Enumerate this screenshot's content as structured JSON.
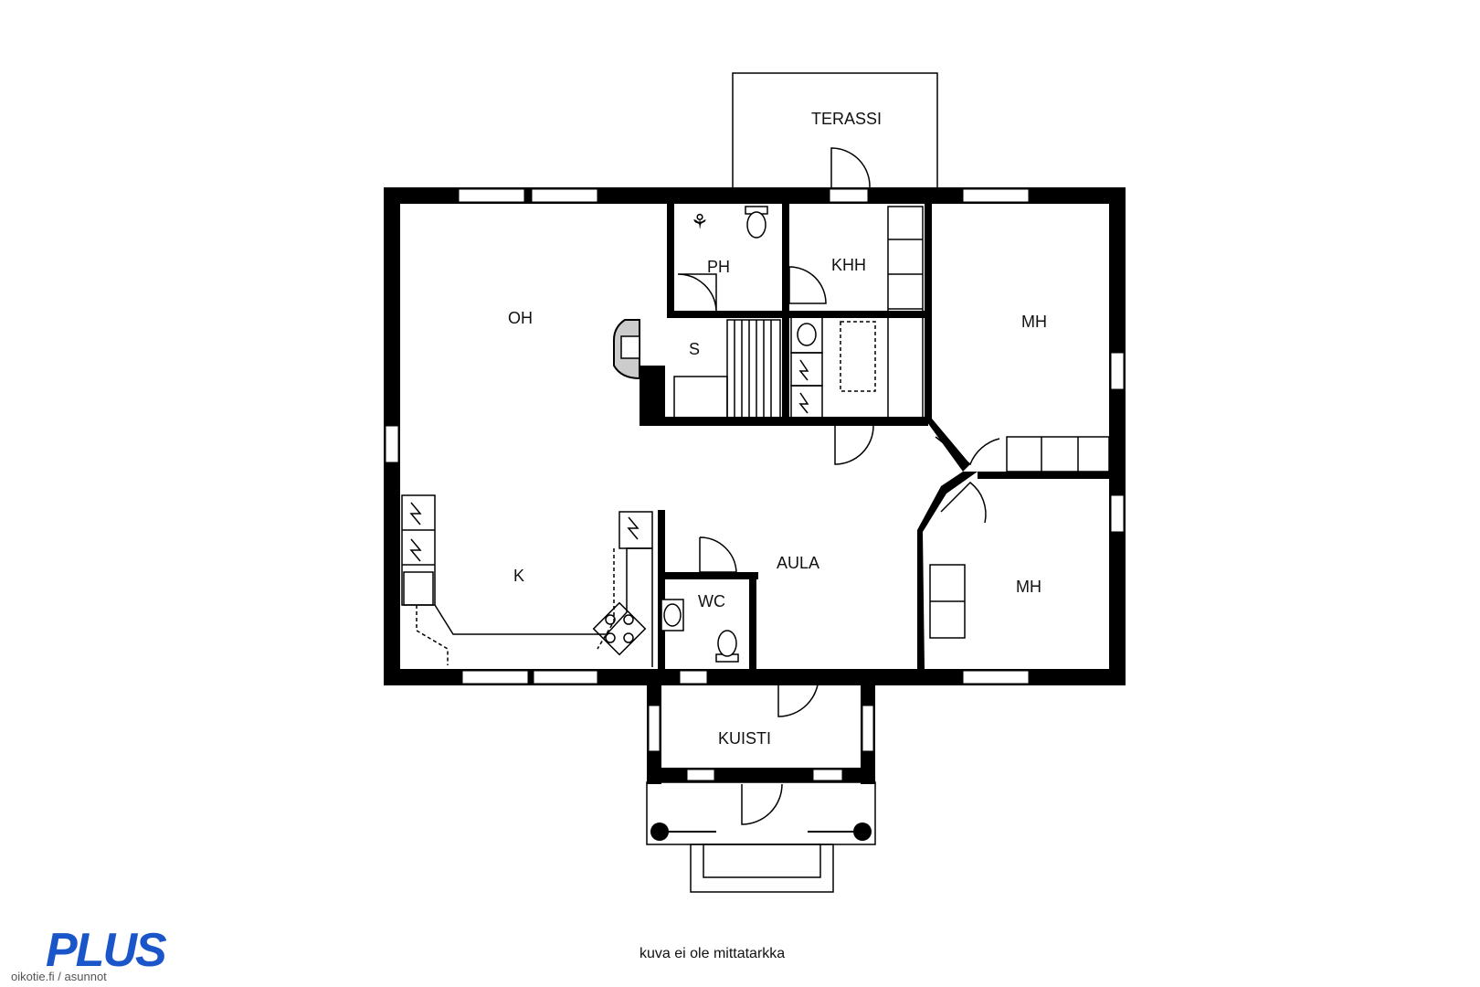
{
  "rooms": {
    "terassi": "TERASSI",
    "oh": "OH",
    "ph": "PH",
    "khh": "KHH",
    "mh1": "MH",
    "s": "S",
    "k": "K",
    "aula": "AULA",
    "wc": "WC",
    "mh2": "MH",
    "kuisti": "KUISTI"
  },
  "footer": {
    "note": "kuva ei ole mittatarkka",
    "logo": "PLUS",
    "source": "oikotie.fi / asunnot"
  },
  "colors": {
    "wall": "#000000",
    "logo": "#1a56c9"
  }
}
